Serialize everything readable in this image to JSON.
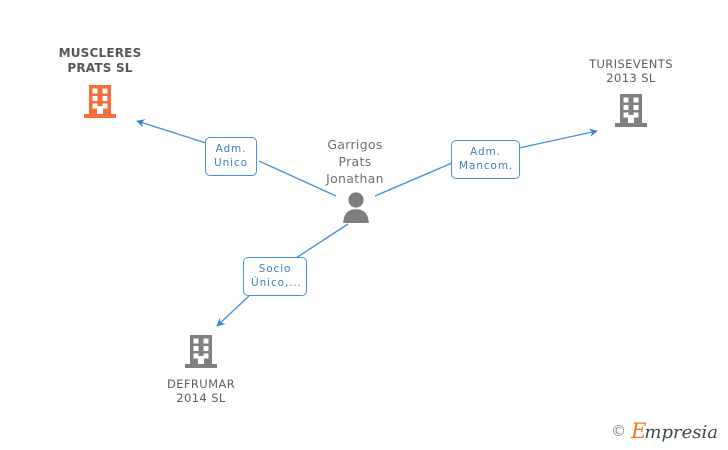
{
  "diagram": {
    "background": "#ffffff",
    "edge_color": "#4a90d9",
    "company_gray": "#808080",
    "company_orange": "#f96d3a",
    "person_gray": "#7d7d7d",
    "nodes": {
      "muscleres": {
        "name_line1": "MUSCLERES",
        "name_line2": "PRATS SL",
        "icon": "building-icon",
        "color": "#f96d3a",
        "highlighted": true
      },
      "turisevents": {
        "name_line1": "TURISEVENTS",
        "name_line2": "2013  SL",
        "icon": "building-icon",
        "color": "#808080",
        "highlighted": false
      },
      "defrumar": {
        "name_line1": "DEFRUMAR",
        "name_line2": "2014  SL",
        "icon": "building-icon",
        "color": "#808080",
        "highlighted": false
      },
      "person": {
        "name_line1": "Garrigos",
        "name_line2": "Prats",
        "name_line3": "Jonathan",
        "icon": "person-icon",
        "color": "#7d7d7d"
      }
    },
    "edges": [
      {
        "id": "edge-adm-unico",
        "from": "person",
        "to": "muscleres",
        "label_line1": "Adm.",
        "label_line2": "Unico"
      },
      {
        "id": "edge-adm-mancom",
        "from": "person",
        "to": "turisevents",
        "label_line1": "Adm.",
        "label_line2": "Mancom."
      },
      {
        "id": "edge-socio-unico",
        "from": "person",
        "to": "defrumar",
        "label_line1": "Socio",
        "label_line2": "Único,..."
      }
    ]
  },
  "watermark": {
    "copyright": "©",
    "brand_initial": "E",
    "brand_rest": "mpresia"
  }
}
